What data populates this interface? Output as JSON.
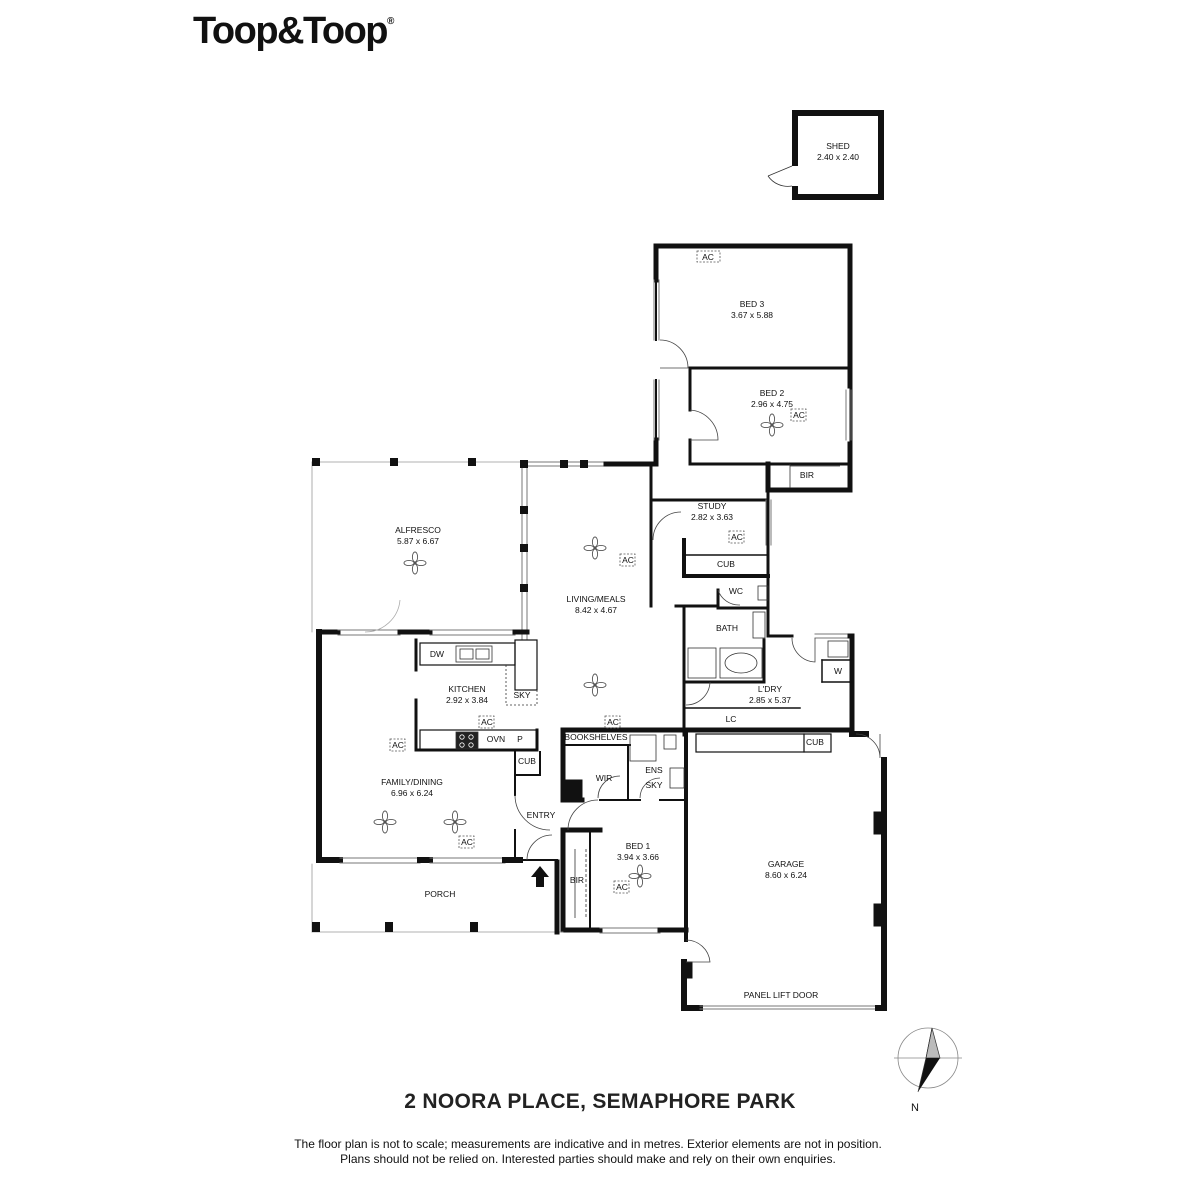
{
  "brand": {
    "name": "Toop&Toop",
    "mark": "®"
  },
  "rooms": {
    "shed": {
      "name": "SHED",
      "dims": "2.40 x 2.40"
    },
    "bed3": {
      "name": "BED 3",
      "dims": "3.67 x 5.88"
    },
    "bed2": {
      "name": "BED 2",
      "dims": "2.96 x 4.75"
    },
    "study": {
      "name": "STUDY",
      "dims": "2.82 x 3.63"
    },
    "alfresco": {
      "name": "ALFRESCO",
      "dims": "5.87 x 6.67"
    },
    "living": {
      "name": "LIVING/MEALS",
      "dims": "8.42 x 4.67"
    },
    "kitchen": {
      "name": "KITCHEN",
      "dims": "2.92 x 3.84"
    },
    "family": {
      "name": "FAMILY/DINING",
      "dims": "6.96 x 6.24"
    },
    "laundry": {
      "name": "L'DRY",
      "dims": "2.85 x 5.37"
    },
    "bed1": {
      "name": "BED 1",
      "dims": "3.94 x 3.66"
    },
    "garage": {
      "name": "GARAGE",
      "dims": "8.60 x 6.24"
    }
  },
  "labels": {
    "ac": "AC",
    "bir": "BIR",
    "cub": "CUB",
    "wc": "WC",
    "bath": "BATH",
    "dw": "DW",
    "sky": "SKY",
    "ovn": "OVN",
    "p": "P",
    "lc": "LC",
    "w": "W",
    "bookshelves": "BOOKSHELVES",
    "wir": "WIR",
    "ens": "ENS",
    "entry": "ENTRY",
    "porch": "PORCH",
    "panel_lift_door": "PANEL LIFT DOOR",
    "north": "N"
  },
  "address": "2 NOORA PLACE, SEMAPHORE PARK",
  "disclaimer": {
    "line1": "The floor plan is not to scale; measurements are indicative and in metres. Exterior elements are not in position.",
    "line2": "Plans should not be relied on. Interested parties should make and rely on their own enquiries."
  }
}
